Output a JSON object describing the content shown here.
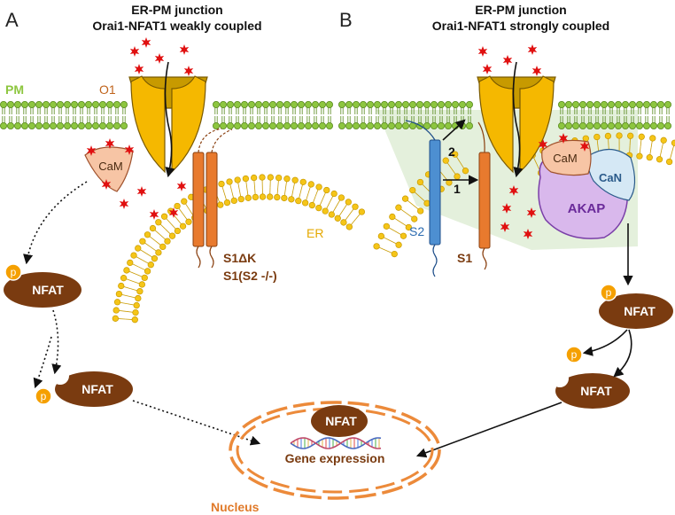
{
  "panel_a": {
    "letter": "A",
    "title_line1": "ER-PM junction",
    "title_line2": "Orai1-NFAT1 weakly coupled",
    "pm_label": "PM",
    "orai_label": "O1",
    "cam_label": "CaM",
    "er_label": "ER",
    "stim_label_1": "S1ΔK",
    "stim_label_2": "S1(S2 -/-)",
    "p_label": "p",
    "nfat_label": "NFAT"
  },
  "panel_b": {
    "letter": "B",
    "title_line1": "ER-PM junction",
    "title_line2": "Orai1-NFAT1 strongly coupled",
    "arrow_1": "1",
    "arrow_2": "2",
    "s2_label": "S2",
    "s1_label": "S1",
    "cam_label": "CaM",
    "can_label": "CaN",
    "akap_label": "AKAP",
    "p_label": "p",
    "nfat_label": "NFAT"
  },
  "nucleus": {
    "label": "Nucleus",
    "nfat_label": "NFAT",
    "gene_label": "Gene expression"
  },
  "colors": {
    "membrane_pm": "#8dc63f",
    "membrane_er": "#f5c518",
    "orai": "#f5b800",
    "stim1": "#e87a2e",
    "stim2": "#4d8fd1",
    "cam": "#f7c5a5",
    "can": "#d5e8f5",
    "akap": "#d9b8ec",
    "nfat": "#7a3b10",
    "phosphate": "#f5a000",
    "calcium": "#e01010",
    "nucleus": "#ec8a3a",
    "junction_bg": "#e4f0dc"
  }
}
